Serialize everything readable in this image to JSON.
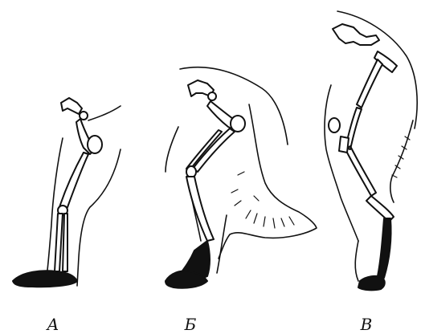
{
  "labels": {
    "a": "А",
    "b": "Б",
    "c": "В"
  },
  "colors": {
    "ink": "#111111",
    "paper": "#ffffff"
  }
}
